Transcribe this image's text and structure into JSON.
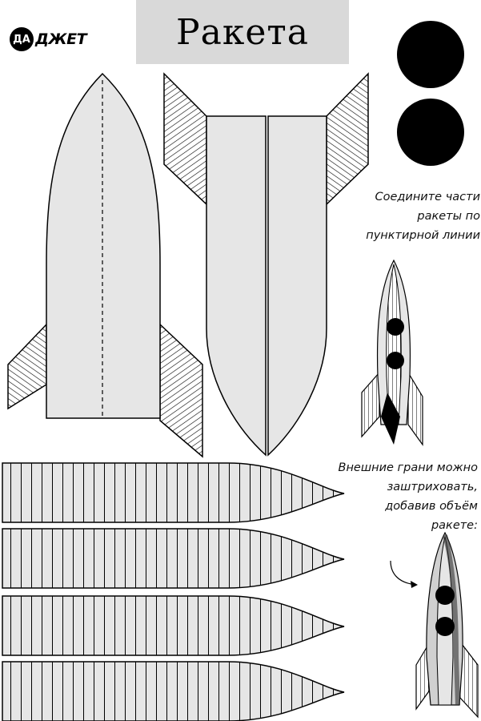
{
  "logo": {
    "circle_text": "ДА",
    "rest_text": "ДЖЕТ"
  },
  "title": "Ракета",
  "instruction_1": [
    "Соедините части",
    "ракеты по",
    "пунктирной линии"
  ],
  "instruction_2": [
    "Внешние грани можно",
    "заштриховать,",
    "добавив объём",
    "ракете:"
  ],
  "colors": {
    "part_fill": "#e6e6e6",
    "title_bg": "#d9d9d9",
    "ink": "#000000"
  },
  "icons": [
    "arrow-icon",
    "rocket-icon"
  ]
}
